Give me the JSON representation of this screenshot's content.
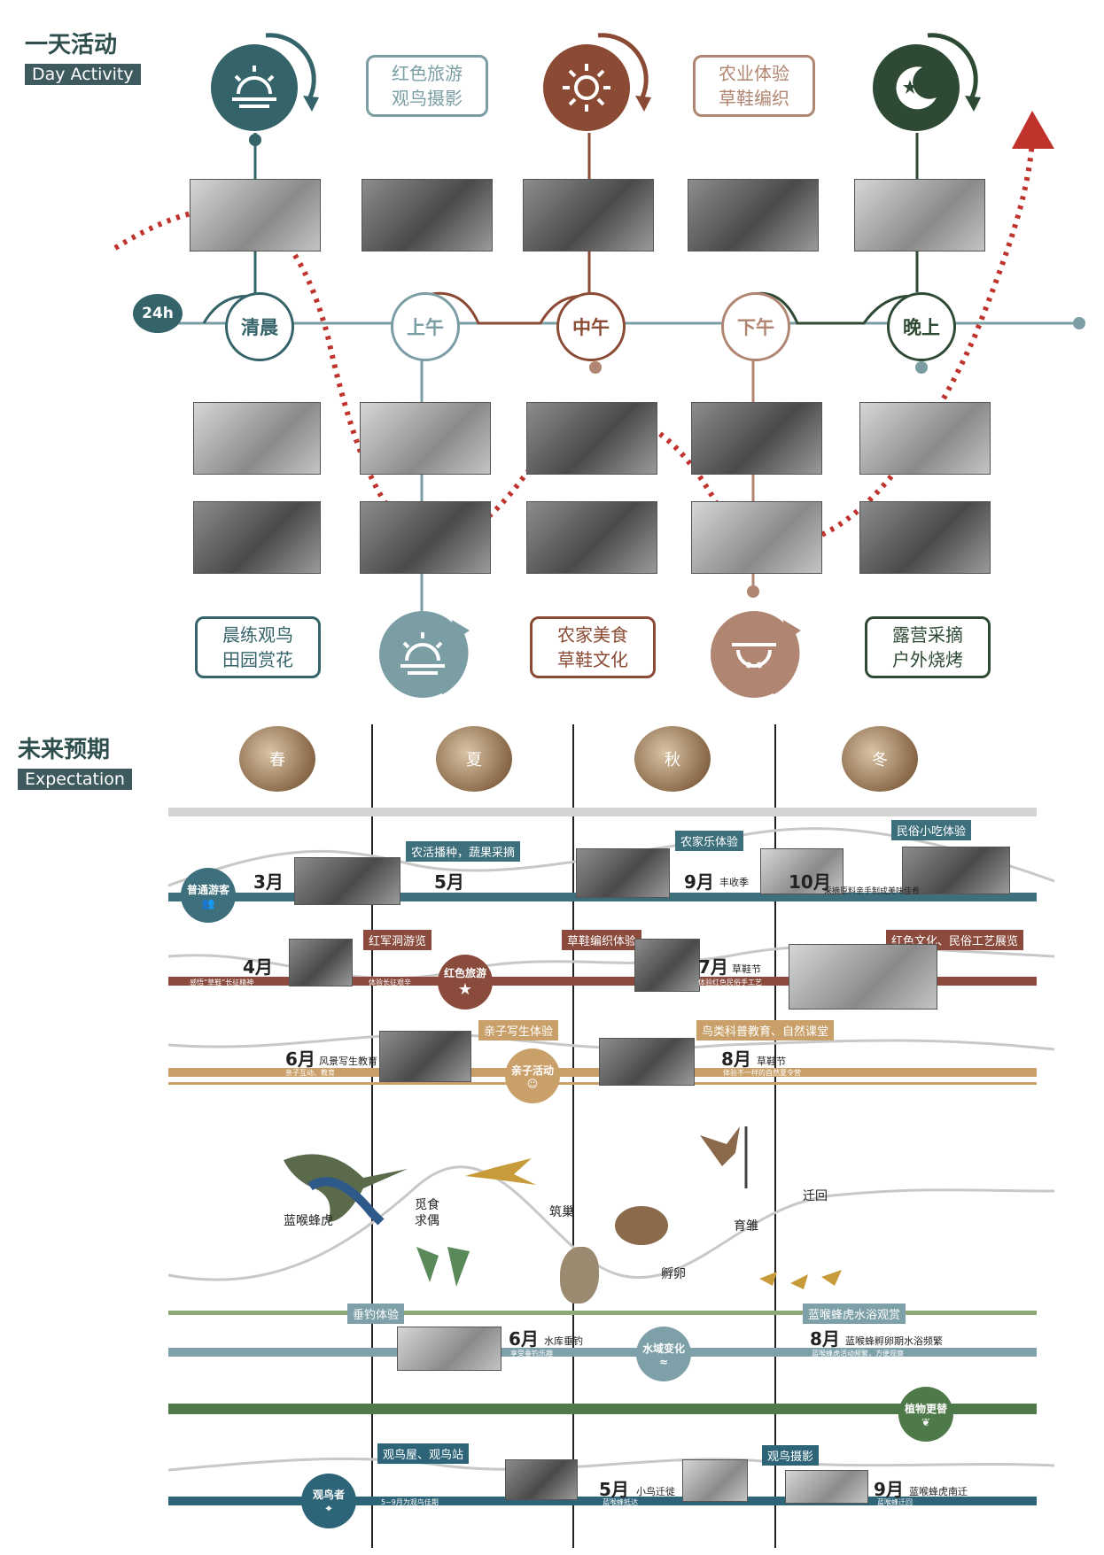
{
  "day_activity": {
    "title": "一天活动",
    "subtitle": "Day Activity",
    "clock_label": "24h",
    "nodes": [
      "清晨",
      "上午",
      "中午",
      "下午",
      "晚上"
    ],
    "activities": [
      {
        "line1": "红色旅游",
        "line2": "观鸟摄影"
      },
      {
        "line1": "农业体验",
        "line2": "草鞋编织"
      },
      {
        "line1": "晨练观鸟",
        "line2": "田园赏花"
      },
      {
        "line1": "农家美食",
        "line2": "草鞋文化"
      },
      {
        "line1": "露营采摘",
        "line2": "户外烧烤"
      }
    ],
    "colors": {
      "teal": "#35636a",
      "lightteal": "#7a9ea3",
      "brown": "#8a4a34",
      "tan": "#b08672",
      "green": "#2e4a34",
      "red": "#c0322c"
    }
  },
  "expectation": {
    "title": "未来预期",
    "subtitle": "Expectation",
    "seasons": [
      "春",
      "夏",
      "秋",
      "冬"
    ],
    "rows": {
      "visitor": {
        "badge": "普通游客",
        "tags": [
          "农活播种，蔬果采摘",
          "农家乐体验",
          "民俗小吃体验"
        ],
        "months": [
          "3月",
          "5月",
          "9月",
          "10月"
        ],
        "note_9": "丰收季",
        "small_note": "采摘原料亲手制成美味佳肴"
      },
      "red": {
        "badge": "红色旅游",
        "tags": [
          "红军洞游览",
          "草鞋编织体验",
          "红色文化、民俗工艺展览"
        ],
        "months": [
          "4月",
          "7月"
        ],
        "note_7": "草鞋节",
        "small_notes": [
          "感悟“草鞋”长征精神",
          "体验长征艰辛",
          "体验红色民俗手工艺"
        ]
      },
      "family": {
        "badge": "亲子活动",
        "tags": [
          "亲子写生体验",
          "鸟类科普教育、自然课堂"
        ],
        "months": [
          "6月",
          "8月"
        ],
        "note_6": "风景写生教育",
        "note_8": "草鞋节",
        "small_notes": [
          "亲子互动、教育",
          "体验不一样的自然夏令营"
        ]
      },
      "birds": {
        "labels": [
          "蓝喉蜂虎",
          "觅食",
          "求偶",
          "筑巢",
          "孵卵",
          "育雏",
          "迁回"
        ]
      },
      "water": {
        "badge": "水域变化",
        "tags": [
          "垂钓体验",
          "蓝喉蜂虎水浴观赏"
        ],
        "months": [
          "6月",
          "8月"
        ],
        "note_6": "水库垂钓",
        "note_8": "蓝喉蜂孵卵期水浴频繁",
        "small_notes": [
          "享受垂钓乐趣",
          "蓝喉蜂虎活动频繁，方便观察"
        ]
      },
      "plant": {
        "badge": "植物更替"
      },
      "birder": {
        "badge": "观鸟者",
        "tags": [
          "观鸟屋、观鸟站",
          "观鸟摄影"
        ],
        "months": [
          "5月",
          "9月"
        ],
        "note_5": "小鸟迁徙",
        "note_9": "蓝喉蜂虎南迁",
        "small_notes": [
          "5~9月为观鸟佳期",
          "蓝喉蜂抵达",
          "蓝喉蜂迁回"
        ]
      }
    },
    "colors": {
      "visitor": "#3d6f7c",
      "red": "#8a4a3c",
      "family": "#c9a06a",
      "water": "#7ea0a8",
      "greenline": "#8ea876",
      "plant": "#4e7a4a",
      "birder": "#2e6478"
    }
  }
}
